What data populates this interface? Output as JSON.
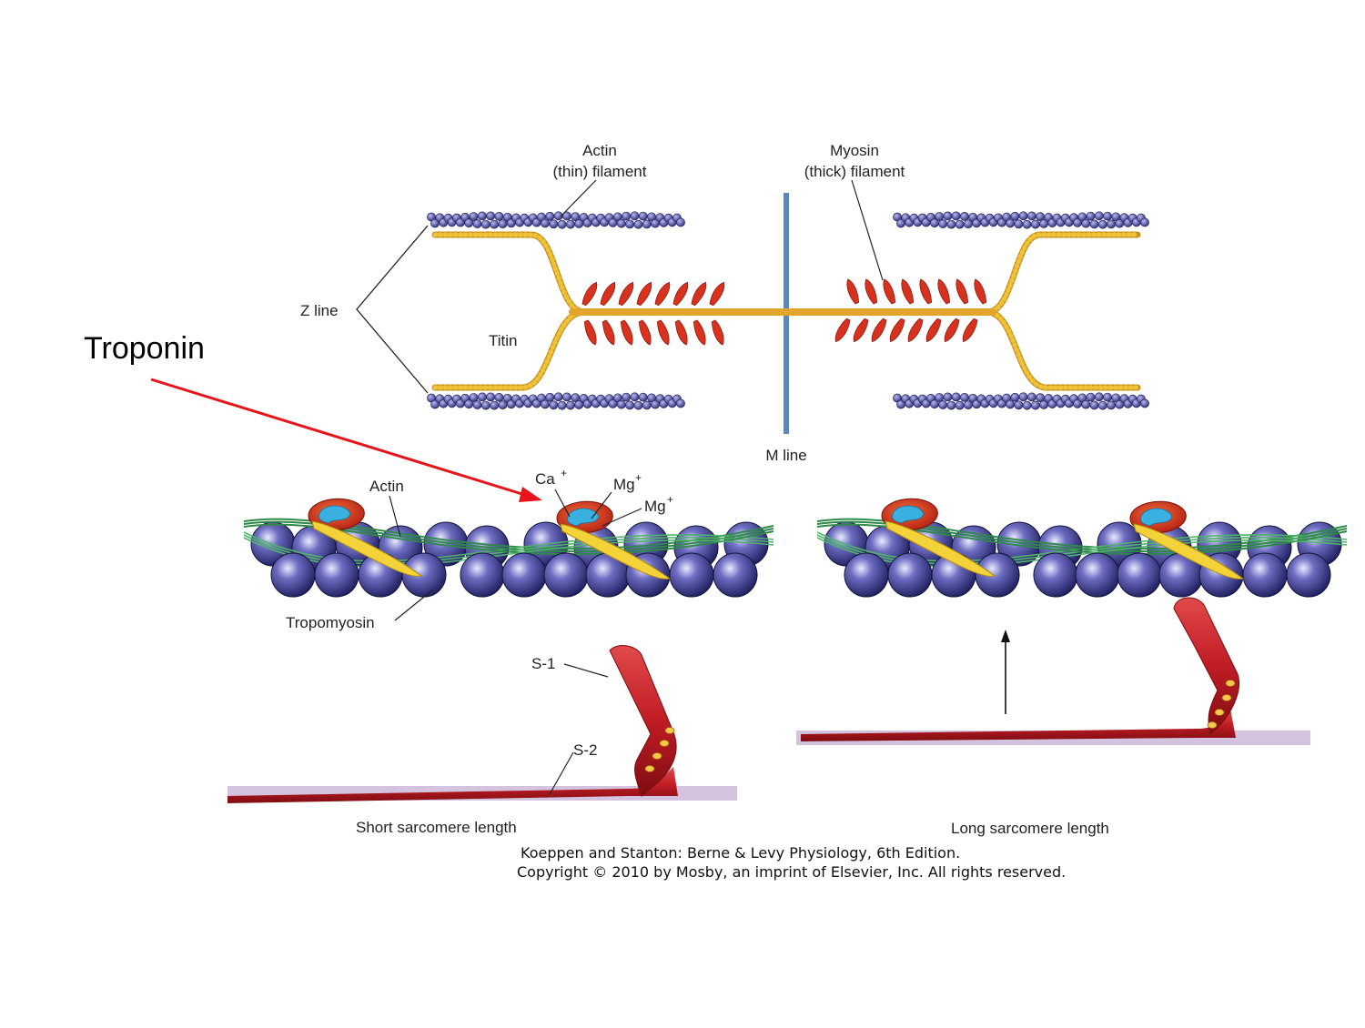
{
  "annotation": {
    "troponin": "Troponin",
    "arrow_color": "#e8141a"
  },
  "labels": {
    "actin_line1": "Actin",
    "actin_line2": "(thin) filament",
    "myosin_line1": "Myosin",
    "myosin_line2": "(thick) filament",
    "z_line": "Z line",
    "titin": "Titin",
    "m_line": "M line",
    "actin": "Actin",
    "ca": "Ca",
    "mg_a": "Mg",
    "mg_b": "Mg",
    "plus": "+",
    "tropomyosin": "Tropomyosin",
    "s1": "S-1",
    "s2": "S-2",
    "short_sarcomere": "Short sarcomere length",
    "long_sarcomere": "Long sarcomere length"
  },
  "credit": {
    "line1": "Koeppen and Stanton: Berne & Levy Physiology, 6th Edition.",
    "line2": "Copyright © 2010 by Mosby, an imprint of Elsevier, Inc. All rights reserved."
  },
  "colors": {
    "actin_bead": "#3b3b8c",
    "titin": "#f0c23a",
    "myosin_head": "#d8321e",
    "m_line": "#5b86c0",
    "tropomyosin": "#2f8a4a",
    "troponin": "#d43a1c",
    "troponin_core": "#3ab0e0",
    "myosin_tail": "#c8232a",
    "membrane": "#c9b4d6"
  }
}
